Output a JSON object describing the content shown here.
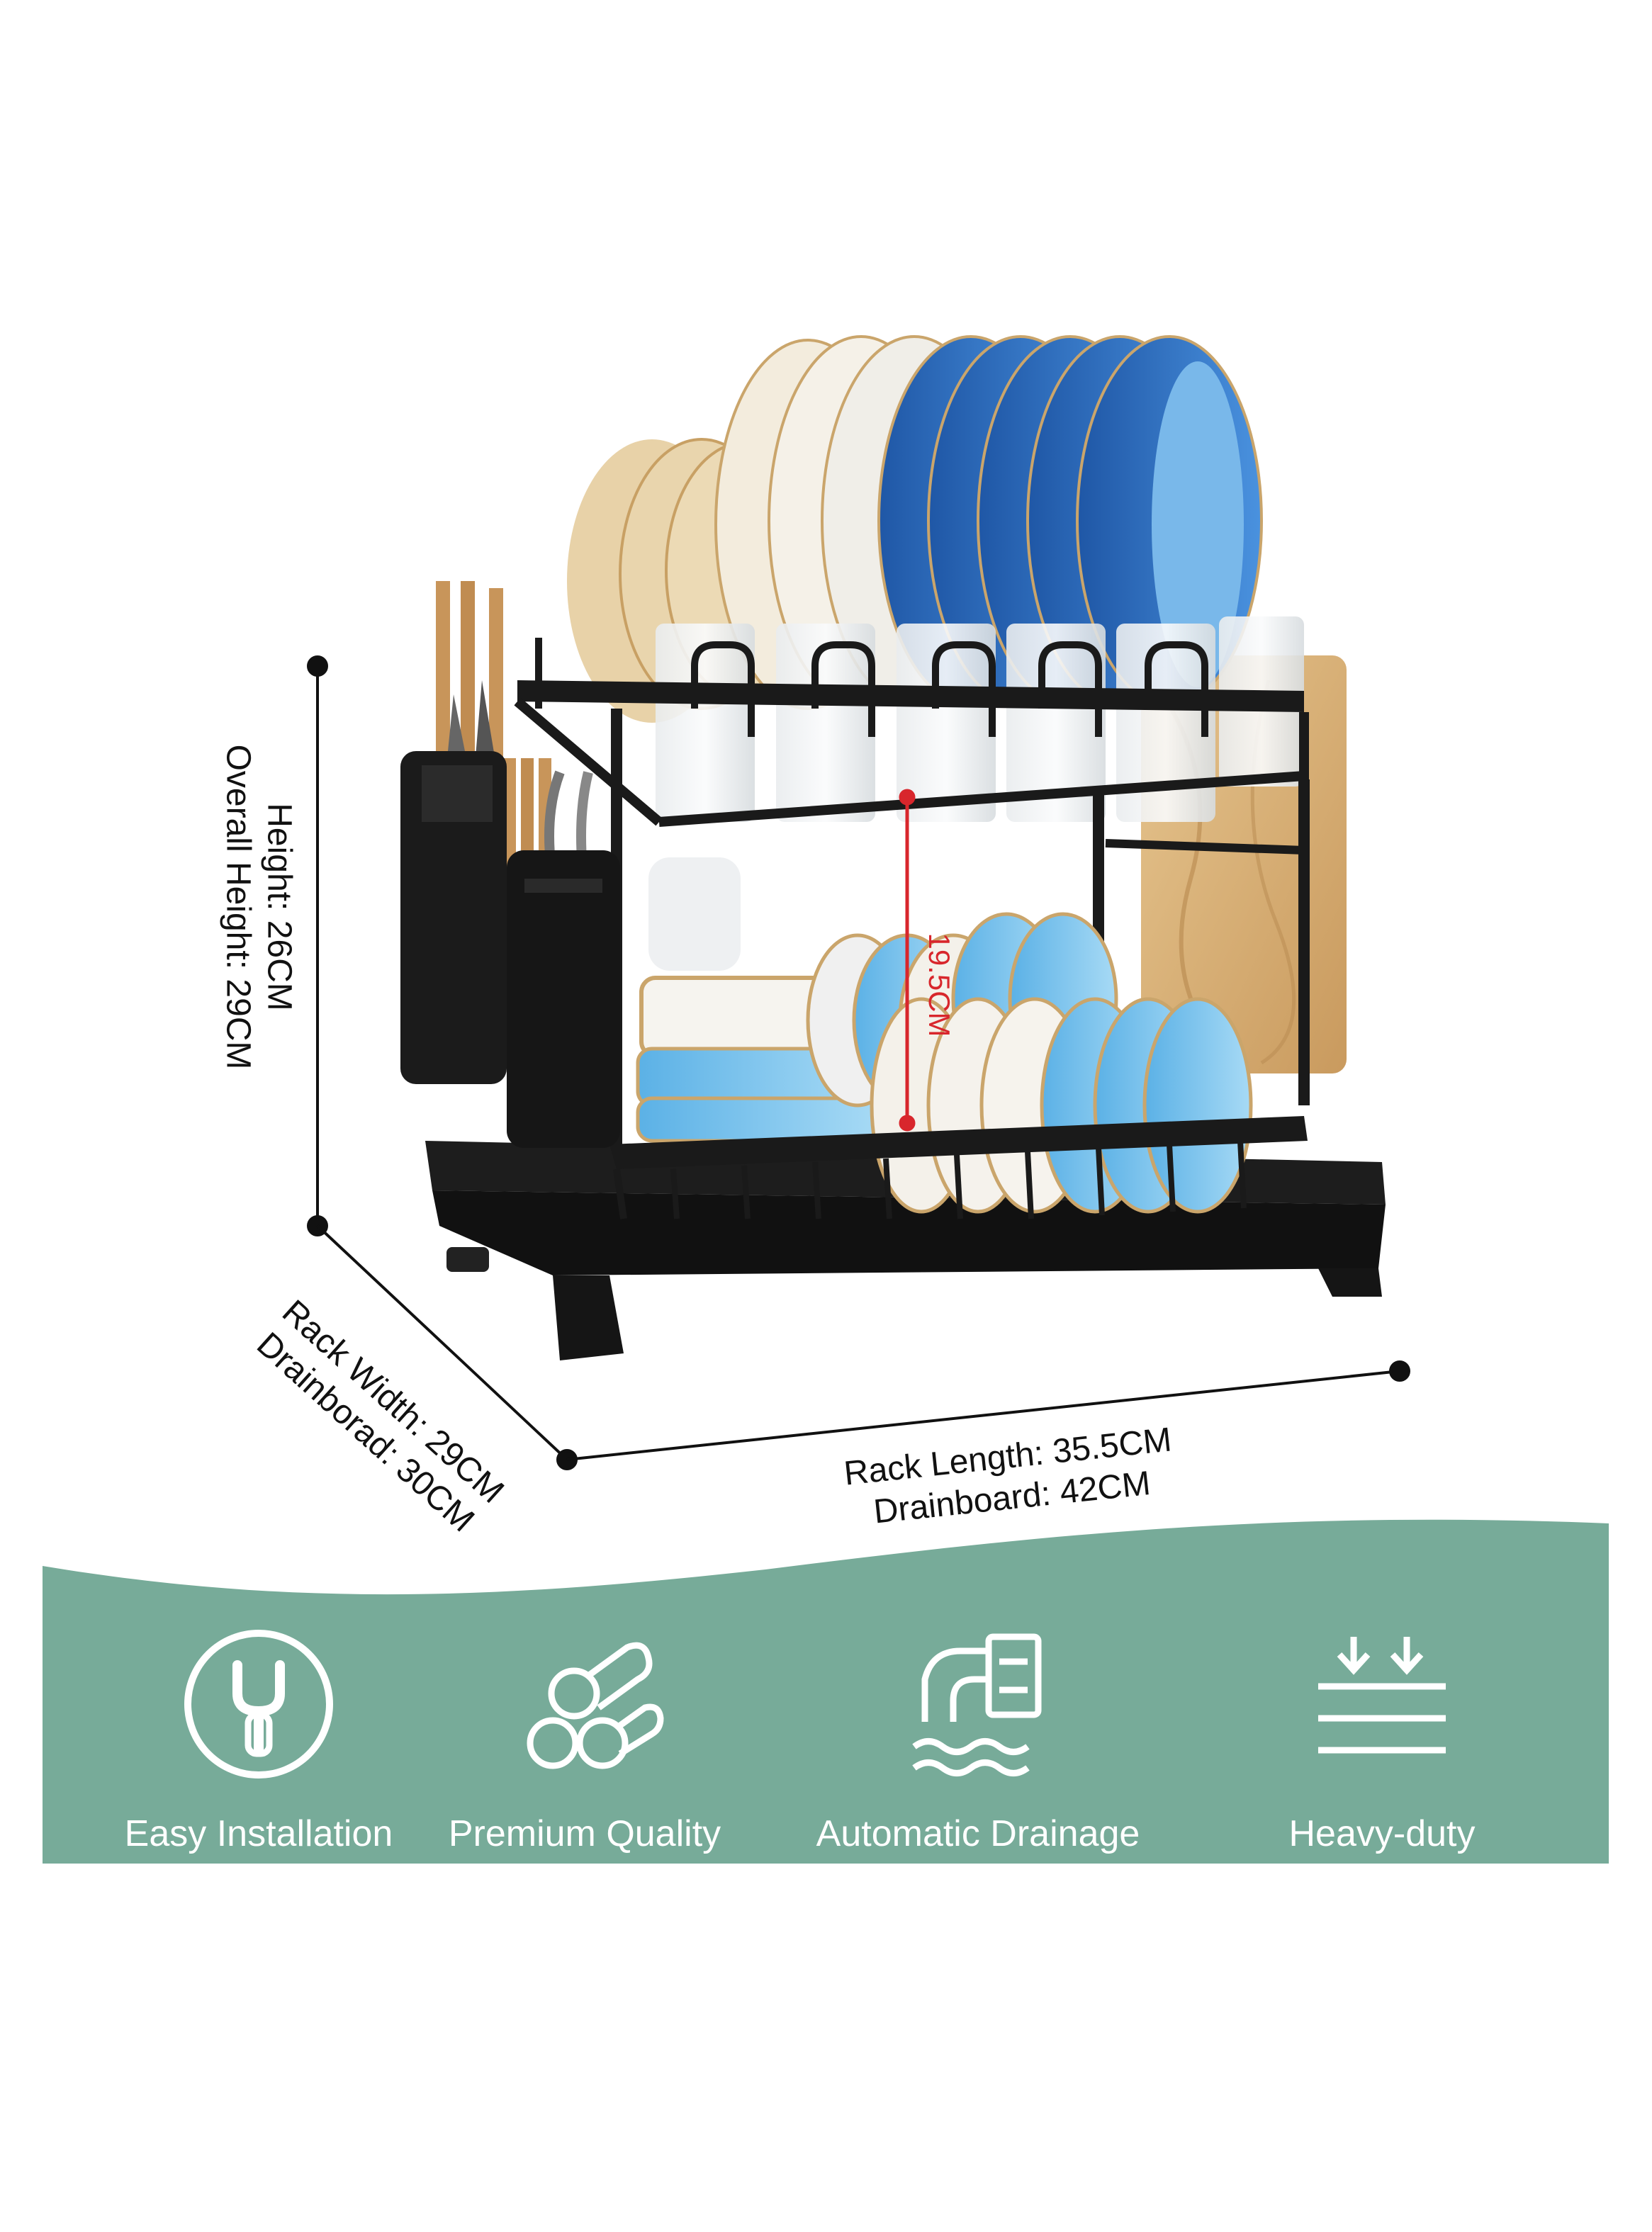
{
  "dimensions": {
    "height_line1": "Height: 26CM",
    "height_line2": "Overall Height: 29CM",
    "width_line1": "Rack Width: 29CM",
    "width_line2": "Drainborad: 30CM",
    "length_line1": "Rack Length: 35.5CM",
    "length_line2": "Drainboard: 42CM",
    "tier_gap": "19.5CM"
  },
  "features": [
    {
      "label": "Easy Installation",
      "icon": "wrench-in-circle-icon"
    },
    {
      "label": "Premium Quality",
      "icon": "pipes-bundle-icon"
    },
    {
      "label": "Automatic Drainage",
      "icon": "drain-pipe-icon"
    },
    {
      "label": "Heavy-duty",
      "icon": "press-down-arrows-icon"
    }
  ],
  "colors": {
    "band": "#77ab99",
    "rack": "#1a1a1a",
    "plate_blue": "#2f6fbd",
    "plate_light_blue": "#7fc4ef",
    "plate_cream": "#efe1c4",
    "wood": "#d8b37d",
    "accent_red": "#d8262c"
  }
}
